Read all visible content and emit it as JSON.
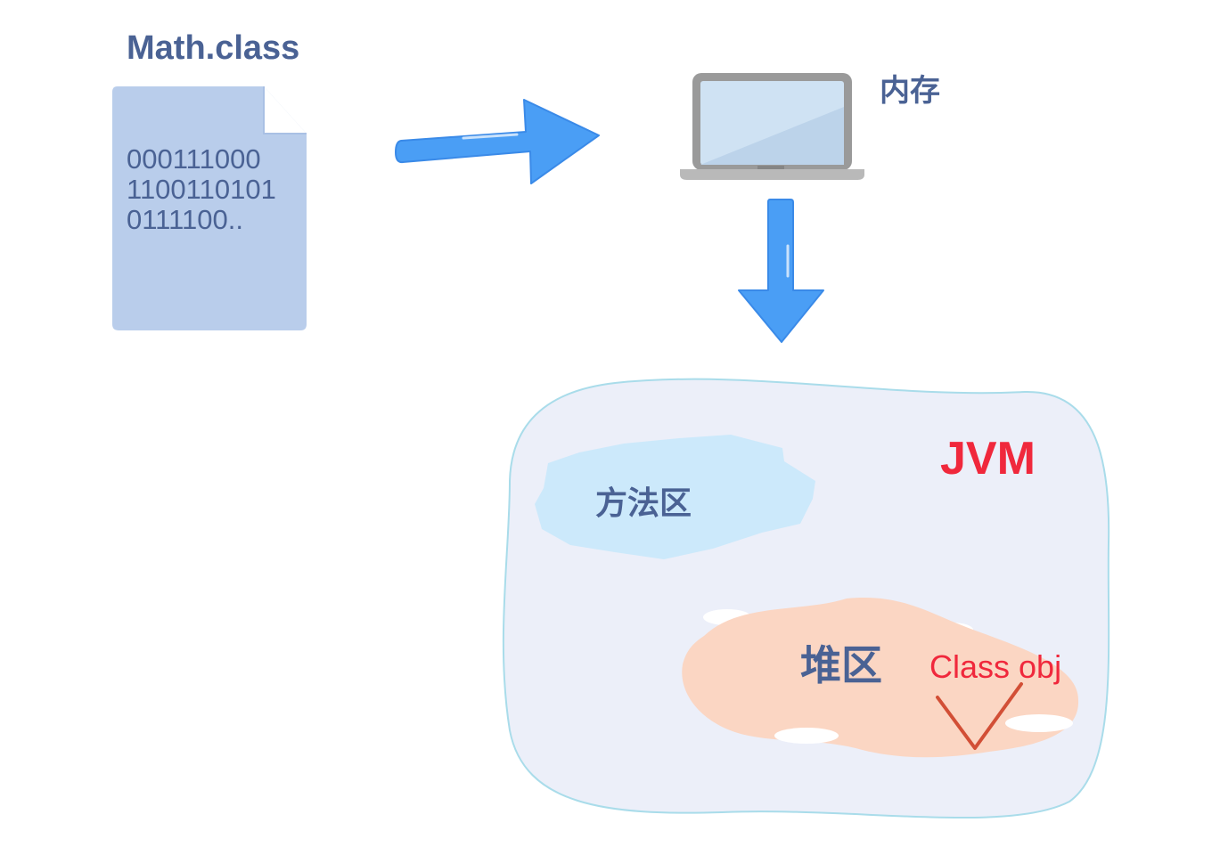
{
  "file": {
    "name": "Math.class",
    "bytes": [
      "000111000",
      "1100110101",
      "0111100.."
    ]
  },
  "memory": {
    "label": "内存",
    "icon": "laptop-icon"
  },
  "jvm": {
    "label": "JVM",
    "method_area": "方法区",
    "heap": "堆区",
    "class_obj": "Class obj",
    "check_icon": "checkmark-icon"
  },
  "colors": {
    "label_blue": "#4a6294",
    "doc_fill": "#b9cdeb",
    "arrow_blue": "#4a9ef5",
    "jvm_red": "#f0283c",
    "jvm_bg": "#eceff9",
    "jvm_border": "#a9dcea",
    "method_area_fill": "#cce9fb",
    "heap_fill": "#fbd6c3",
    "check_stroke": "#d24f36"
  }
}
